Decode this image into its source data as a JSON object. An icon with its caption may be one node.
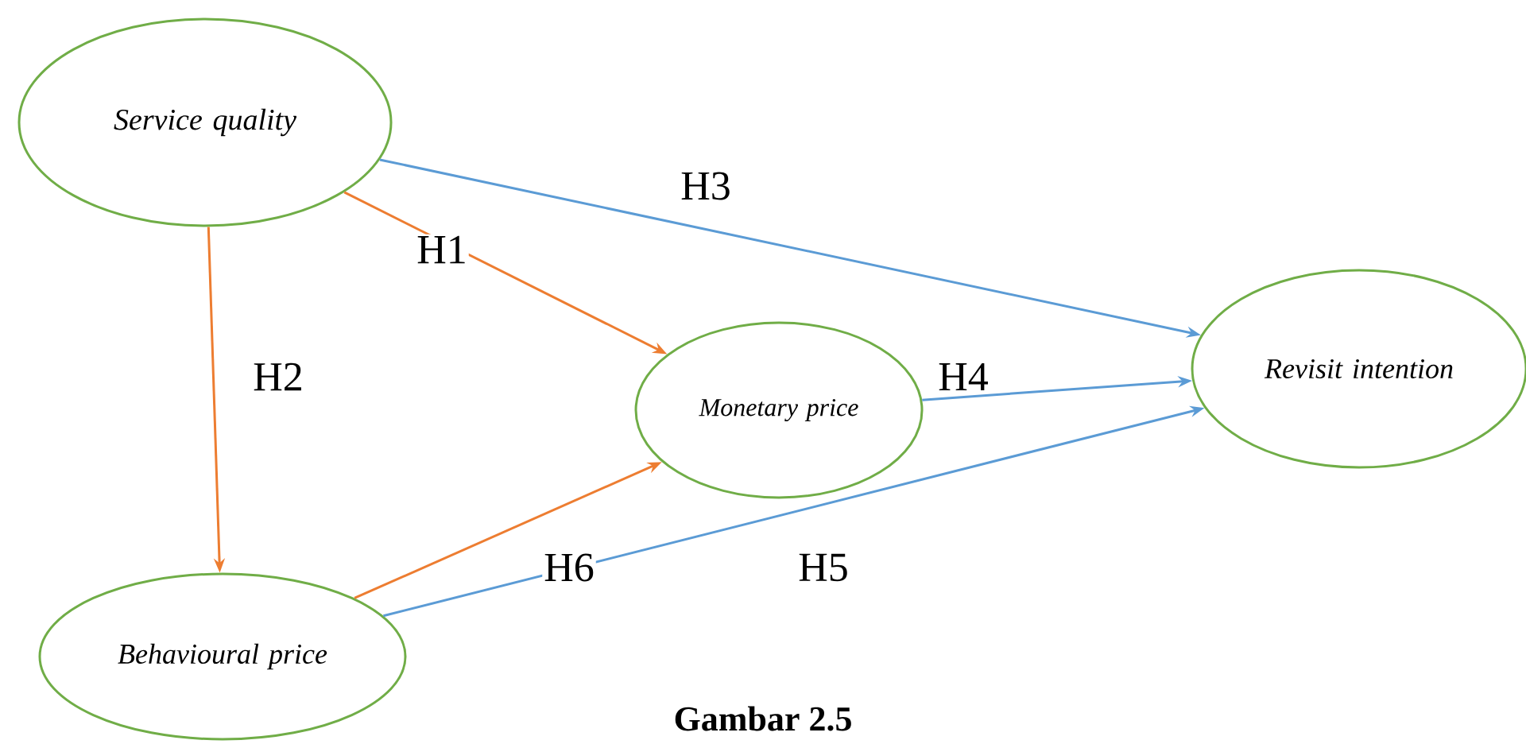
{
  "diagram": {
    "caption": "Gambar 2.5",
    "nodes": [
      {
        "text": [
          "Service quality"
        ]
      },
      {
        "text": [
          "Monetary price"
        ]
      },
      {
        "text": [
          "Revisit intention"
        ]
      },
      {
        "text": [
          "Behavioural price"
        ]
      }
    ],
    "edges": [
      {
        "from": 0,
        "to": 1,
        "arrow": "to",
        "label": "H1",
        "color": "#ed7d31"
      },
      {
        "from": 0,
        "to": 3,
        "arrow": "to",
        "label": "H2",
        "color": "#ed7d31"
      },
      {
        "from": 0,
        "to": 2,
        "arrow": "to",
        "label": "H3",
        "color": "#5b9bd5"
      },
      {
        "from": 1,
        "to": 2,
        "arrow": "to",
        "label": "H4",
        "color": "#5b9bd5"
      },
      {
        "from": 3,
        "to": 2,
        "arrow": "to",
        "label": "H5",
        "color": "#5b9bd5"
      },
      {
        "from": 3,
        "to": 1,
        "arrow": "to",
        "label": "H6",
        "color": "#ed7d31"
      }
    ]
  }
}
